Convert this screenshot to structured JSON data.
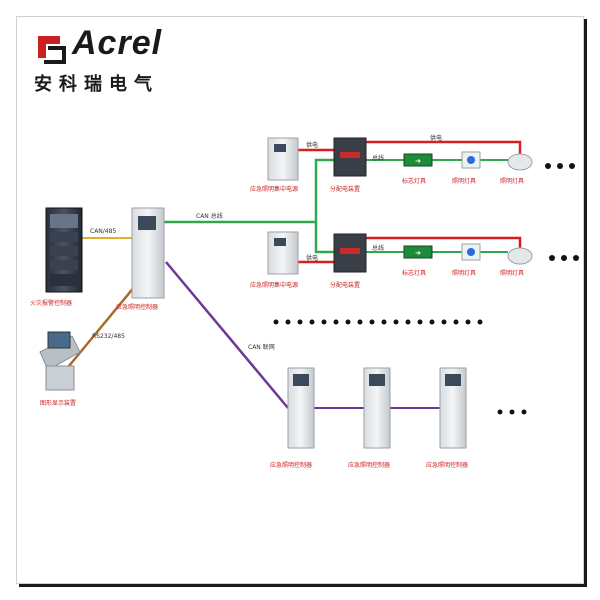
{
  "logo": {
    "word": "Acrel",
    "chinese": "安科瑞电气",
    "red": "#cc1f1f"
  },
  "labels": {
    "fire_panel": "火灾报警控制器",
    "controller_main": "应急照明控制器",
    "workstation": "图形显示装置",
    "center_top": "应急照明集中电源",
    "center_mid": "应急照明集中电源",
    "dist_top": "分配电装置",
    "dist_mid": "分配电装置",
    "exit_top": "标志灯具",
    "lamp_top": "照明灯具",
    "ceil_top": "照明灯具",
    "exit_mid": "标志灯具",
    "lamp_mid": "照明灯具",
    "ceil_mid": "照明灯具",
    "ctrl_bottom_1": "应急照明控制器",
    "ctrl_bottom_2": "应急照明控制器",
    "ctrl_bottom_3": "应急照明控制器"
  },
  "links": {
    "can485": "CAN/485",
    "can_bus": "CAN 总线",
    "rs232": "RS232/485",
    "can_net": "CAN 联网",
    "power_top": "供电",
    "bus_top": "总线",
    "power_far_top": "供电",
    "power_mid": "供电",
    "bus_mid": "总线"
  },
  "colors": {
    "can_bus": "#2fa84f",
    "power": "#d81e1e",
    "bus": "#2fa84f",
    "can485": "#e0b030",
    "rs232": "#a86a2a",
    "can_net": "#6a3a9a"
  }
}
